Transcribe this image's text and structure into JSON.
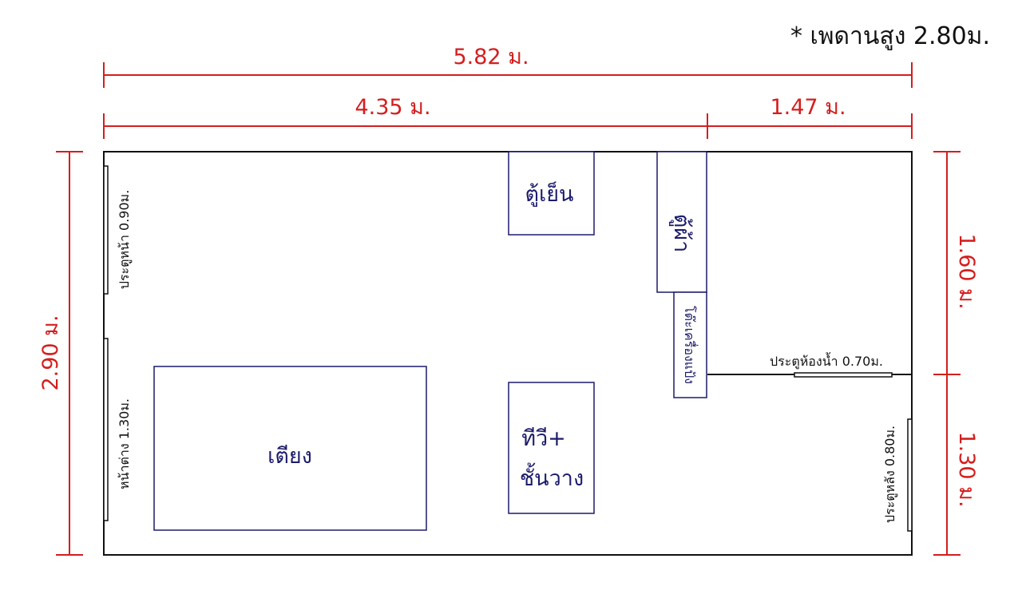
{
  "note": "* เพดานสูง 2.80ม.",
  "dimensions": {
    "total_width": "5.82 ม.",
    "left_width": "4.35 ม.",
    "right_width": "1.47 ม.",
    "total_height": "2.90 ม.",
    "upper_right_height": "1.60 ม.",
    "lower_right_height": "1.30 ม."
  },
  "furniture": {
    "fridge": "ตู้เย็น",
    "wardrobe": "ตู้ผ้า",
    "dressing_table": "โต๊ะเครื่องแป้ง",
    "bed": "เตียง",
    "tv_line1": "ทีวี+",
    "tv_line2": "ชั้นวาง"
  },
  "openings": {
    "front_door": "ประตูหน้า 0.90ม.",
    "window": "หน้าต่าง 1.30ม.",
    "bathroom_door": "ประตูห้องน้ำ 0.70ม.",
    "back_door": "ประตูหลัง 0.80ม."
  },
  "colors": {
    "dimension": "#d41e1e",
    "furniture": "#1c1c6b",
    "wall": "#111111"
  }
}
